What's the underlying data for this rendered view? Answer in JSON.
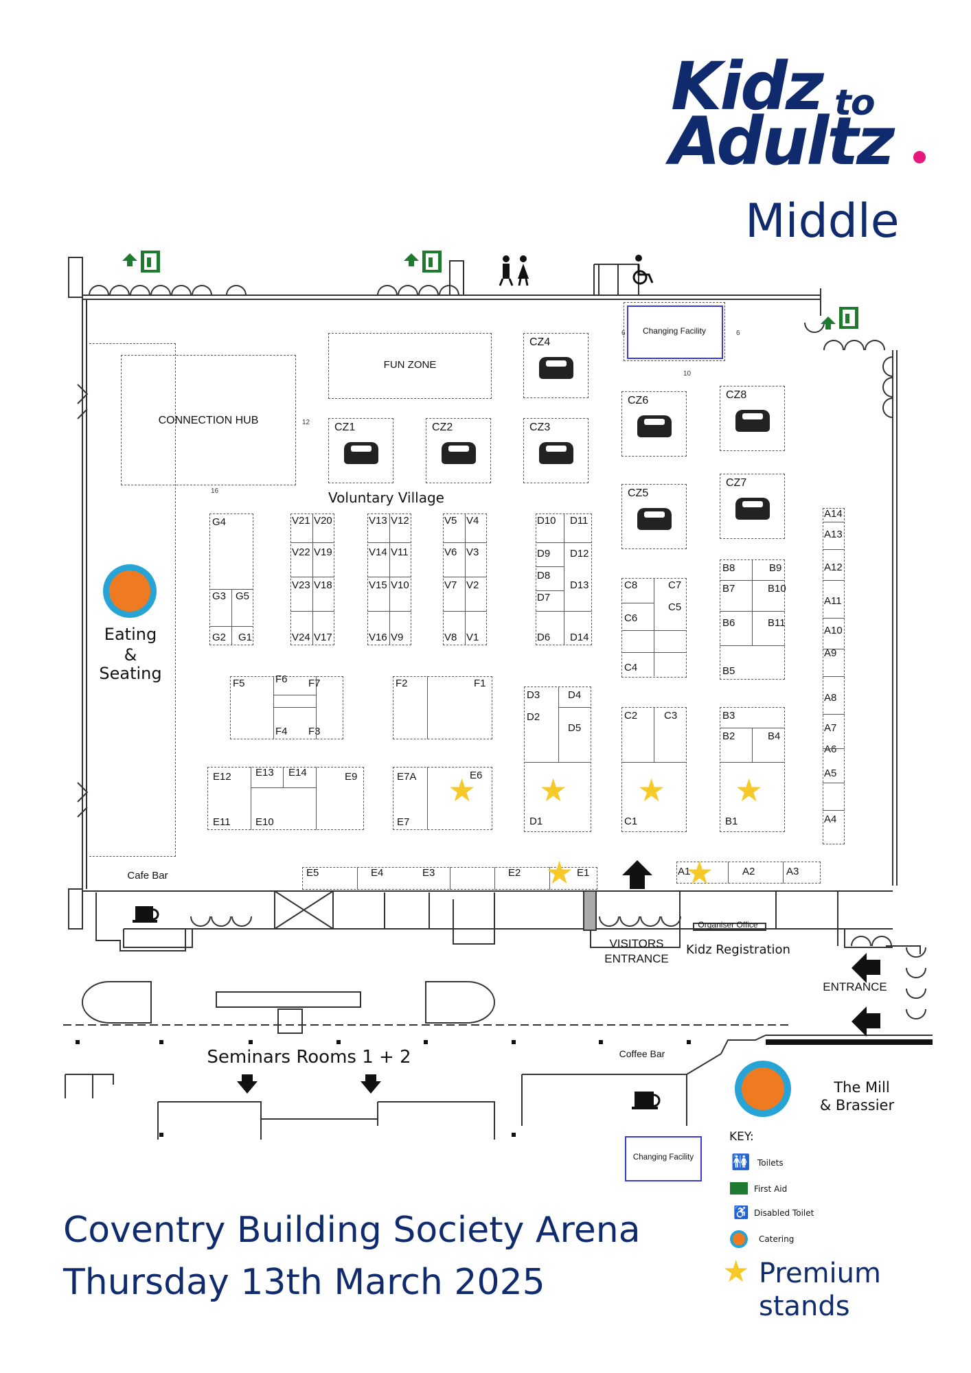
{
  "logo": {
    "line1": "Kidz",
    "to": "to",
    "line2": "Adultz",
    "brand_color": "#0f2b6e",
    "dot_color": "#e6187e"
  },
  "subtitle": "Middle",
  "venue": "Coventry Building Society Arena",
  "date": "Thursday 13th March 2025",
  "zones": {
    "fun_zone": "FUN ZONE",
    "connection_hub": "CONNECTION HUB",
    "voluntary_village": "Voluntary Village",
    "changing_facility": "Changing Facility",
    "eating_line1": "Eating",
    "eating_line2": "&",
    "eating_line3": "Seating",
    "cafe_bar": "Cafe Bar",
    "visitors_entrance_1": "VISITORS",
    "visitors_entrance_2": "ENTRANCE",
    "organiser_office": "Organiser Office",
    "kidz_registration": "Kidz Registration",
    "entrance": "ENTRANCE",
    "seminars": "Seminars Rooms 1 + 2",
    "coffee_bar": "Coffee Bar",
    "the_mill_1": "The Mill",
    "the_mill_2": "& Brassier"
  },
  "car_zones": [
    "CZ1",
    "CZ2",
    "CZ3",
    "CZ4",
    "CZ5",
    "CZ6",
    "CZ7",
    "CZ8"
  ],
  "stands": {
    "G": [
      "G4",
      "G3",
      "G5",
      "G2",
      "G1"
    ],
    "V": [
      "V21",
      "V20",
      "V22",
      "V19",
      "V23",
      "V18",
      "V24",
      "V17",
      "V13",
      "V12",
      "V14",
      "V11",
      "V15",
      "V10",
      "V16",
      "V9",
      "V5",
      "V4",
      "V6",
      "V3",
      "V7",
      "V2",
      "V8",
      "V1"
    ],
    "D": [
      "D10",
      "D11",
      "D9",
      "D12",
      "D8",
      "D13",
      "D7",
      "D6",
      "D14",
      "D3",
      "D4",
      "D2",
      "D5",
      "D1"
    ],
    "C": [
      "C8",
      "C7",
      "C5",
      "C6",
      "C4",
      "C2",
      "C3",
      "C1"
    ],
    "B": [
      "B8",
      "B9",
      "B7",
      "B10",
      "B6",
      "B11",
      "B5",
      "B3",
      "B2",
      "B4",
      "B1"
    ],
    "A": [
      "A14",
      "A13",
      "A12",
      "A11",
      "A10",
      "A9",
      "A8",
      "A7",
      "A6",
      "A5",
      "A4",
      "A1",
      "A2",
      "A3"
    ],
    "F": [
      "F5",
      "F6",
      "F7",
      "F4",
      "F3",
      "F2",
      "F1"
    ],
    "E": [
      "E12",
      "E13",
      "E14",
      "E9",
      "E11",
      "E10",
      "E7A",
      "E6",
      "E7",
      "E5",
      "E4",
      "E3",
      "E2",
      "E1"
    ]
  },
  "key": {
    "title": "KEY:",
    "toilets": "Toilets",
    "first_aid": "First Aid",
    "disabled_toilet": "Disabled Toilet",
    "catering": "Catering",
    "premium_1": "Premium",
    "premium_2": "stands",
    "changing_facility": "Changing Facility"
  },
  "colors": {
    "star": "#f6c928",
    "exit_green": "#1e7a2e",
    "catering_blue": "#27a3d6",
    "catering_orange": "#ee7b22",
    "changing_border": "#3a3ad0"
  }
}
